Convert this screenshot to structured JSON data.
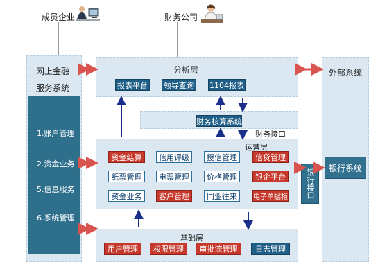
{
  "top": {
    "member_company": "成员企业",
    "finance_company": "财务公司"
  },
  "left": {
    "title_line1": "网上金融",
    "title_line2": "服务系统",
    "menu": [
      "1.账户管理",
      "2.资金业务",
      "5.信息服务",
      "6.系统管理"
    ]
  },
  "analysis": {
    "title": "分析层",
    "items": [
      "报表平台",
      "领导查询",
      "1104报表"
    ]
  },
  "accounting": {
    "title": "财务核算系统",
    "interface": "财务接口"
  },
  "operation": {
    "title": "运营层",
    "rows": [
      [
        "资金结算",
        "信用评级",
        "授信管理",
        "信贷管理"
      ],
      [
        "纸票管理",
        "电票管理",
        "价格管理",
        "银企平台"
      ],
      [
        "资金业务",
        "客户管理",
        "同业往来",
        "电子单据柜"
      ]
    ],
    "red_items": [
      "资金结算",
      "客户管理",
      "信贷管理",
      "银企平台",
      "电子单据柜"
    ]
  },
  "bank_interface": "银行接口",
  "external": {
    "title": "外部系统",
    "bank_system": "银行系统"
  },
  "base": {
    "title": "基础层",
    "items": [
      "用户管理",
      "权限管理",
      "审批流管理",
      "日志管理"
    ]
  },
  "colors": {
    "panel": "#dbe8f1",
    "dark": "#2e6f8c",
    "accent_red": "#c6392c",
    "navy": "#1f5e86",
    "arrow_dark": "#1a2f8a",
    "arrow_red": "#d9534f"
  }
}
